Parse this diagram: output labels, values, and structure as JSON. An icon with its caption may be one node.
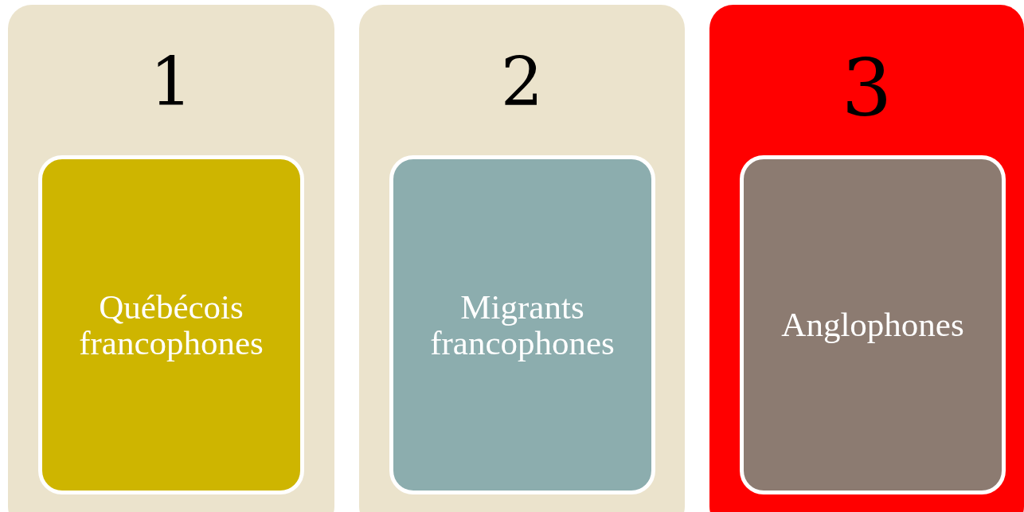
{
  "diagram": {
    "nodes": [
      {
        "text": [
          "1"
        ]
      },
      {
        "text": [
          "Québécois francophones"
        ],
        "in": 0
      },
      {
        "text": [
          "2"
        ]
      },
      {
        "text": [
          "Migrants francophones"
        ],
        "in": 2
      },
      {
        "text": [
          "3"
        ]
      },
      {
        "text": [
          "Anglophones"
        ],
        "in": 4
      }
    ]
  }
}
